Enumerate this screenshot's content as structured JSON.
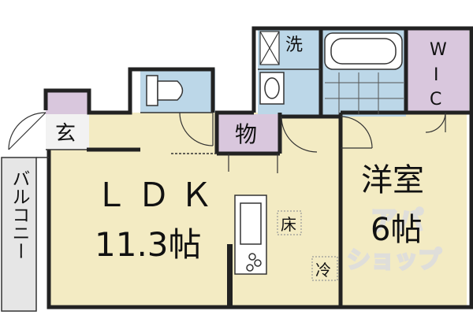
{
  "rooms": {
    "ldk": {
      "label": "ＬＤＫ",
      "size": "11.3帖"
    },
    "western": {
      "label": "洋室",
      "size": "6帖"
    },
    "wic": {
      "label_top": "W",
      "label_mid": "I",
      "label_bot": "C"
    },
    "storage": {
      "label": "物"
    },
    "entrance": {
      "label": "玄"
    },
    "laundry": {
      "label": "洗"
    },
    "balcony": {
      "label": "バルコニー"
    }
  },
  "marks": {
    "floor_heating": "床",
    "refrigerator": "冷"
  },
  "watermark": {
    "line1": "アパ",
    "line2": "ショップ"
  },
  "colors": {
    "floor": "#f3ebc3",
    "wet": "#bcd7e8",
    "storage": "#d9c7dd",
    "balcony": "#e6e6e6",
    "wall": "#222222"
  }
}
